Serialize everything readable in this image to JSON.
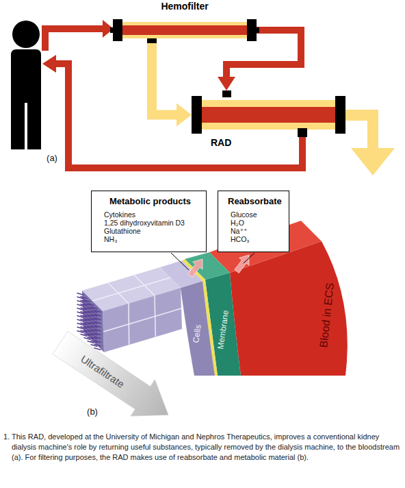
{
  "diagram": {
    "caption": "1. This RAD, developed at the University of Michigan and Nephros Therapeutics, improves a conventional kidney dialysis machine's role by returning useful substances, typically removed by the dialysis machine, to the bloodstream (a). For filtering purposes, the RAD makes use of reabsorbate and metabolic material (b).",
    "nodes": [
      {
        "text": [
          "Hemofilter"
        ]
      },
      {
        "text": [
          "RAD"
        ]
      },
      {
        "text": [
          "Metabolic products",
          "Cytokines",
          "1,25 dihydroxyvitamin D3",
          "Glutathione",
          "NH₃"
        ]
      },
      {
        "text": [
          "Reabsorbate",
          "Glucose",
          "H₂O",
          "Na⁺⁺",
          "HCO₃"
        ]
      }
    ],
    "edges": [
      {
        "from": 0,
        "to": 1,
        "arrow": "to"
      },
      {
        "from": 0,
        "to": 1,
        "arrow": "to"
      }
    ],
    "labels": [
      "(a)",
      "Ultrafiltrate",
      "Cells",
      "Membrane",
      "Blood in ECS",
      "(b)"
    ]
  }
}
